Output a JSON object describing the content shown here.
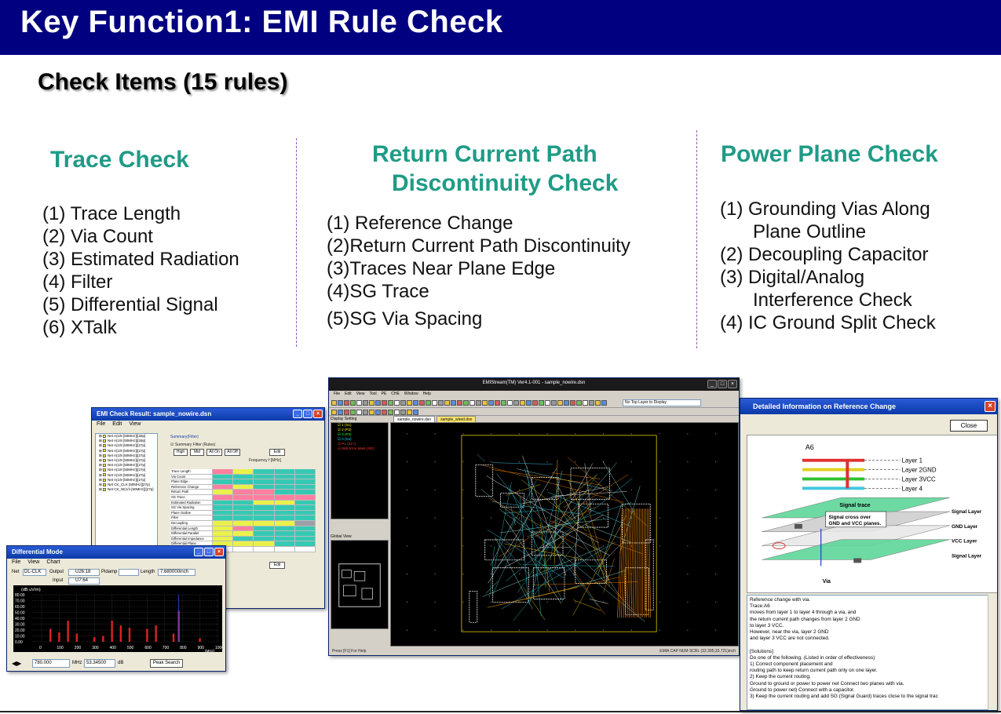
{
  "slide": {
    "title": "Key Function1: EMI Rule Check",
    "subtitle": "Check Items (15 rules)"
  },
  "columns": [
    {
      "heading": [
        "Trace Check"
      ],
      "items": [
        "(1) Trace Length",
        "(2) Via Count",
        "(3) Estimated Radiation",
        "(4) Filter",
        "(5) Differential Signal",
        "(6) XTalk"
      ]
    },
    {
      "heading": [
        "Return Current Path",
        "Discontinuity Check"
      ],
      "items": [
        "(1) Reference Change",
        "(2)Return Current Path Discontinuity",
        "(3)Traces Near Plane Edge",
        "(4)SG Trace",
        "(5)SG Via Spacing"
      ]
    },
    {
      "heading": [
        "Power Plane Check"
      ],
      "items": [
        "(1) Grounding Vias Along",
        "Plane Outline",
        "(2) Decoupling Capacitor",
        "(3) Digital/Analog",
        "Interference Check",
        "(4) IC Ground Split Check"
      ]
    }
  ],
  "emi_window": {
    "title": "EMI Check Result: sample_nowire.dsn",
    "menu": [
      "File",
      "Edit",
      "View"
    ],
    "summary_label": "Summary(Filter)",
    "filter_checkbox": "Summary Filter (Rules)",
    "buttons": [
      "High",
      "Mid",
      "All On",
      "All Off",
      "Edit"
    ],
    "freq_header": "Frequency f [MHz]",
    "rules": [
      "Trace Length",
      "Via Count",
      "Plane Edge",
      "Reference Change",
      "Return Path",
      "SG Trace",
      "Estimated Radiation",
      "SG Via Spacing",
      "Plane Outline",
      "Filter",
      "Decoupling",
      "Differential Length",
      "Differential Parallel",
      "Differential Impedance",
      "Differential Plane",
      "XTalk"
    ],
    "tree": [
      "Net A(1/8 [50MHz])[28p]",
      "Net A(1/8 [50MHz])[28p]",
      "Net A(1/8 [50MHz])[27p]",
      "Net A(1/8 [50MHz])[27p]",
      "Net A(1/8 [50MHz])[27p]",
      "Net A(1/8 [50MHz])[27p]",
      "Net A(1/8 [50MHz])[27p]",
      "Net A(1/8 [50MHz])[27p]",
      "Net A(1/8 [50MHz])[27p]",
      "Net A(1/8 [50MHz])[27p]",
      "Net CK_CLK [50MHz][27p]",
      "Net CK_W(1/4 [50MHz])[27p]"
    ]
  },
  "diff_window": {
    "title": "Differential Mode",
    "menu": [
      "File",
      "View",
      "Chart"
    ],
    "net_label": "Net",
    "net_value": "DL-CLK",
    "output_label": "Output",
    "output_value": "U26:18",
    "input_label": "Input",
    "input_value": "U7:64",
    "pin_label": "Pidamp",
    "length_label": "Length",
    "length_value": "7.680000inch",
    "y_unit": "(dB uV/m)",
    "y_ticks": [
      "80.00",
      "70.00",
      "60.00",
      "50.00",
      "40.00",
      "30.00",
      "20.00",
      "10.00",
      "0.00"
    ],
    "x_ticks": [
      "0",
      "100",
      "200",
      "300",
      "400",
      "500",
      "600",
      "700",
      "800",
      "900",
      "1000"
    ],
    "x_unit": "(MHz)",
    "freq_value": "780.000",
    "freq_unit": "MHz",
    "db_value": "53.34500",
    "db_unit": "dB",
    "peak_button": "Peak Search"
  },
  "cad_window": {
    "title": "EMIStream(TM) Ver4.1-001 - sample_nowire.dsn",
    "menu": [
      "File",
      "Edit",
      "View",
      "Tool",
      "PE",
      "CHE",
      "Window",
      "Help"
    ],
    "layer_select": "No Top Layer to Display",
    "display_setting": "Display Setting",
    "layers": [
      "1 (S1)",
      "2 (P2)",
      "3 (P3)",
      "4 (S4)",
      "P1 (S1?)",
      "EMI Error Mark (NG)"
    ],
    "layer_colors": [
      "#ffee00",
      "#ffee00",
      "#33ff33",
      "#00e0ff",
      "#ff3333",
      "#ff3333"
    ],
    "global_view": "Global View",
    "tabs": [
      "sample_nowire.dsn",
      "sample_wired.dsn"
    ],
    "status_left": "Press [F1] For Help",
    "status_right": "EMIA CAP NUM SCRL (32.395,33.721)inch"
  },
  "ref_window": {
    "title": "Detailed Information on Reference Change",
    "close_button": "Close",
    "net_name": "A6",
    "layers": [
      "Layer 1",
      "Layer 2GND",
      "Layer 3VCC",
      "Layer 4"
    ],
    "layer_colors": [
      "#e03030",
      "#e0d020",
      "#30c030",
      "#40c8e0"
    ],
    "diagram_labels": [
      "Signal trace",
      "Signal Layer",
      "GND Layer",
      "VCC Layer",
      "Signal Layer",
      "Via"
    ],
    "callout": [
      "Signal cross over",
      "GND and VCC planes."
    ],
    "text": [
      "Reference change with via.",
      "Trace:A6",
      " moves from layer 1 to layer 4 through a via, and",
      "the return current path changes from layer 2 GND",
      "to layer 3 VCC.",
      "However, near the via, layer 2 GND",
      "and layer 3 VCC are not connected.",
      "",
      "[Solutions]",
      "Do one of the following. (Listed in order of effectiveness)",
      "1) Correct component placement and",
      "   routing path to keep return current path only on one layer.",
      "2) Keep the current routing.",
      "   Ground to ground or power to power net Connect  two planes with  via.",
      "   Ground to power net)  Connect with a capacitor.",
      "3) Keep the current routing and add  SG (Signal Guard) traces  close to the  signal trac"
    ]
  }
}
